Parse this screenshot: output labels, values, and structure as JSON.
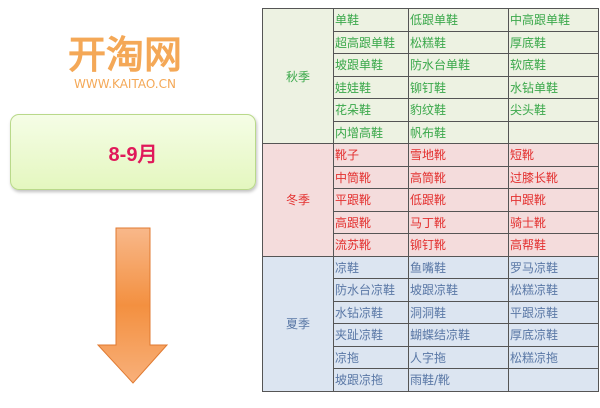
{
  "period": "8-9月",
  "seasons": [
    {
      "name": "秋季",
      "key": "autumn",
      "rows": [
        [
          "单鞋",
          "低跟单鞋",
          "中高跟单鞋"
        ],
        [
          "超高跟单鞋",
          "松糕鞋",
          "厚底鞋"
        ],
        [
          "坡跟单鞋",
          "防水台单鞋",
          "软底鞋"
        ],
        [
          "娃娃鞋",
          "铆钉鞋",
          "水钻单鞋"
        ],
        [
          "花朵鞋",
          "豹纹鞋",
          "尖头鞋"
        ],
        [
          "内增高鞋",
          "帆布鞋",
          ""
        ]
      ]
    },
    {
      "name": "冬季",
      "key": "winter",
      "rows": [
        [
          "靴子",
          "雪地靴",
          "短靴"
        ],
        [
          "中筒靴",
          "高筒靴",
          "过膝长靴"
        ],
        [
          "平跟靴",
          "低跟靴",
          "中跟靴"
        ],
        [
          "高跟靴",
          "马丁靴",
          "骑士靴"
        ],
        [
          "流苏靴",
          "铆钉靴",
          "高帮鞋"
        ]
      ]
    },
    {
      "name": "夏季",
      "key": "summer",
      "rows": [
        [
          "凉鞋",
          "鱼嘴鞋",
          "罗马凉鞋"
        ],
        [
          "防水台凉鞋",
          "坡跟凉鞋",
          "松糕凉鞋"
        ],
        [
          "水钻凉鞋",
          "洞洞鞋",
          "平跟凉鞋"
        ],
        [
          "夹趾凉鞋",
          "蝴蝶结凉鞋",
          "厚底凉鞋"
        ],
        [
          "凉拖",
          "人字拖",
          "松糕凉拖"
        ],
        [
          "坡跟凉拖",
          "雨鞋/靴",
          ""
        ]
      ]
    }
  ],
  "watermark": {
    "logo": "开淘网",
    "url": "WWW.KAITAO.CN"
  },
  "colors": {
    "arrow": "#f39a4a",
    "period_text": "#e0195a",
    "autumn": "#3aa84a",
    "winter": "#e3302f",
    "summer": "#5a78a6"
  }
}
